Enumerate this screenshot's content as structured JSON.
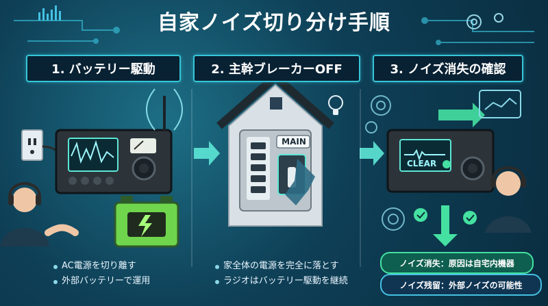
{
  "title": "自家ノイズ切り分け手順",
  "steps": [
    {
      "label": "1. バッテリー駆動"
    },
    {
      "label": "2. 主幹ブレーカーOFF"
    },
    {
      "label": "3. ノイズ消失の確認"
    }
  ],
  "left": {
    "bullets": [
      "AC電源を切り離す",
      "外部バッテリーで運用"
    ]
  },
  "middle": {
    "breaker_label": "MAIN",
    "bullets": [
      "家全体の電源を完全に落とす",
      "ラジオはバッテリー駆動を継続"
    ]
  },
  "right": {
    "screen_label": "CLEAR",
    "outcomes": [
      {
        "text": "ノイズ消失：原因は自宅内機器"
      },
      {
        "text": "ノイズ残留：外部ノイズの可能性"
      }
    ]
  },
  "colors": {
    "accent_cyan": "#36c6d8",
    "accent_green": "#45e1a2",
    "bg": "#0e3f56",
    "panel": "#0d2a38"
  }
}
